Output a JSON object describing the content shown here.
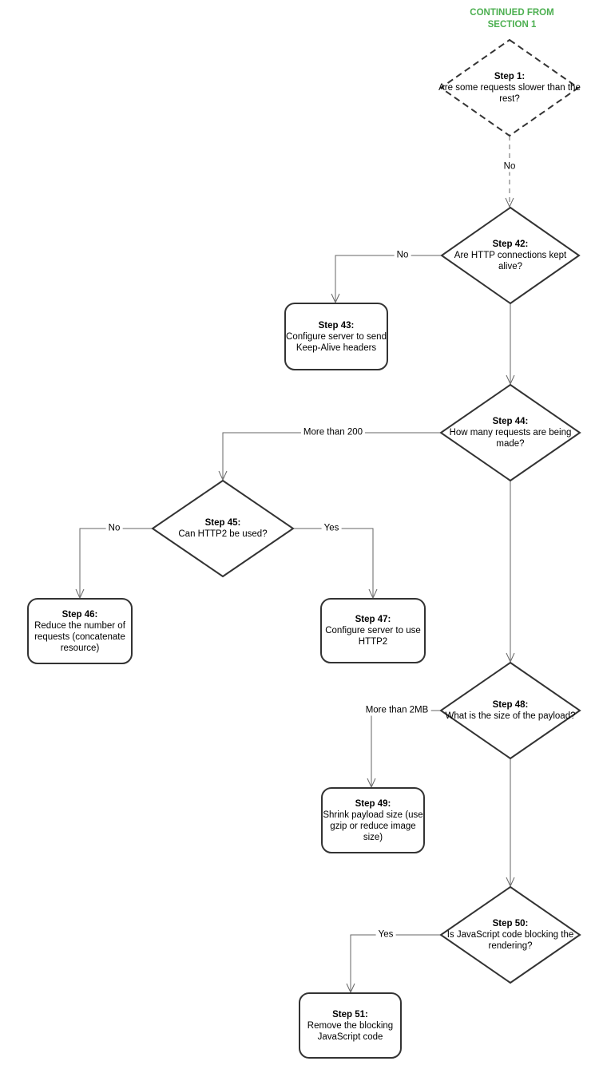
{
  "header": {
    "text": "CONTINUED FROM\nSECTION 1"
  },
  "diagram": {
    "type": "flowchart",
    "nodes": {
      "step1": {
        "shape": "decision",
        "style": "dashed",
        "title": "Step 1:",
        "text": "Are some requests slower than the rest?"
      },
      "step42": {
        "shape": "decision",
        "title": "Step 42:",
        "text": "Are HTTP connections kept alive?"
      },
      "step43": {
        "shape": "process",
        "title": "Step 43:",
        "text": "Configure server to send Keep-Alive headers"
      },
      "step44": {
        "shape": "decision",
        "title": "Step 44:",
        "text": "How many requests are being made?"
      },
      "step45": {
        "shape": "decision",
        "title": "Step 45:",
        "text": "Can HTTP2 be used?"
      },
      "step46": {
        "shape": "process",
        "title": "Step 46:",
        "text": "Reduce the number of requests (concatenate resource)"
      },
      "step47": {
        "shape": "process",
        "title": "Step 47:",
        "text": "Configure server to use HTTP2"
      },
      "step48": {
        "shape": "decision",
        "title": "Step 48:",
        "text": "What is the size of the payload?"
      },
      "step49": {
        "shape": "process",
        "title": "Step 49:",
        "text": "Shrink payload size (use gzip or reduce image size)"
      },
      "step50": {
        "shape": "decision",
        "title": "Step 50:",
        "text": "Is JavaScript code blocking the rendering?"
      },
      "step51": {
        "shape": "process",
        "title": "Step 51:",
        "text": "Remove the blocking JavaScript code"
      }
    },
    "edges": [
      {
        "from": "step1",
        "to": "step42",
        "label": "No"
      },
      {
        "from": "step42",
        "to": "step43",
        "label": "No"
      },
      {
        "from": "step42",
        "to": "step44",
        "label": ""
      },
      {
        "from": "step44",
        "to": "step45",
        "label": "More than 200"
      },
      {
        "from": "step44",
        "to": "step48",
        "label": ""
      },
      {
        "from": "step45",
        "to": "step46",
        "label": "No"
      },
      {
        "from": "step45",
        "to": "step47",
        "label": "Yes"
      },
      {
        "from": "step48",
        "to": "step49",
        "label": "More than 2MB"
      },
      {
        "from": "step48",
        "to": "step50",
        "label": ""
      },
      {
        "from": "step50",
        "to": "step51",
        "label": "Yes"
      }
    ],
    "colors": {
      "header_green": "#4caf50",
      "shape_border": "#333333",
      "connector": "#666666",
      "text": "#000000",
      "background": "#ffffff"
    }
  }
}
